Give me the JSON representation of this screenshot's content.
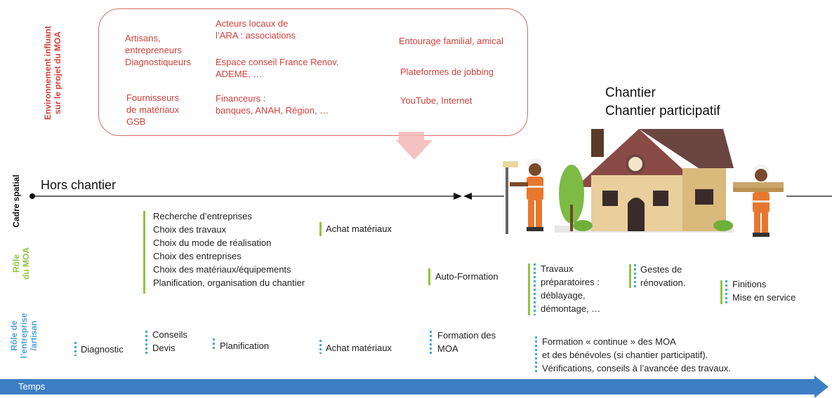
{
  "side_labels": {
    "environment": [
      "Environnement influant",
      "sur le projet du MOA"
    ],
    "spatial": "Cadre spatial",
    "moa_role": [
      "Rôle",
      "du MOA"
    ],
    "enterprise_role": [
      "Rôle de",
      "l’entreprise",
      "/artisan"
    ]
  },
  "environment": {
    "col1": [
      "Artisans,",
      "entrepreneurs",
      "Diagnostiqueurs"
    ],
    "col1b": [
      "Fournisseurs",
      "de matériaux",
      "GSB"
    ],
    "col2a": [
      "Acteurs locaux de",
      "l’ARA : associations"
    ],
    "col2b": [
      "Espace conseil France Renov,",
      "ADEME, …"
    ],
    "col2c": [
      "Financeurs :",
      "banques, ANAH, Région, …"
    ],
    "col3": [
      "Entourage familial, amical",
      "Plateformes de jobbing",
      "YouTube, Internet"
    ]
  },
  "spatial": {
    "hors_chantier": "Hors chantier",
    "chantier": "Chantier",
    "chantier_participatif": "Chantier participatif"
  },
  "moa": {
    "planning_list": [
      "Recherche d’entreprises",
      "Choix des travaux",
      "Choix du mode de réalisation",
      "Choix des entreprises",
      "Choix des matériaux/équipements",
      "Planification, organisation du chantier"
    ],
    "achat": "Achat matériaux",
    "autoformation": "Auto-Formation",
    "travaux": [
      "Travaux",
      "préparatoires :",
      "déblayage,",
      "démontage, …"
    ],
    "gestes": [
      "Gestes de",
      "rénovation."
    ],
    "finitions": [
      "Finitions",
      "Mise en service"
    ]
  },
  "enterprise": {
    "diagnostic": "Diagnostic",
    "conseils": [
      "Conseils",
      "Devis"
    ],
    "planification": "Planification",
    "achat": "Achat matériaux",
    "formation": [
      "Formation des",
      "MOA"
    ],
    "continue": [
      "Formation « continue » des MOA",
      "et des bénévoles (si chantier participatif).",
      "Vérifications, conseils à l’avancée des travaux."
    ]
  },
  "time": {
    "label": "Temps"
  },
  "colors": {
    "env": "#d0413b",
    "moa": "#8dc63f",
    "enterprise": "#4aa3d8",
    "time": "#3d7fc3"
  }
}
